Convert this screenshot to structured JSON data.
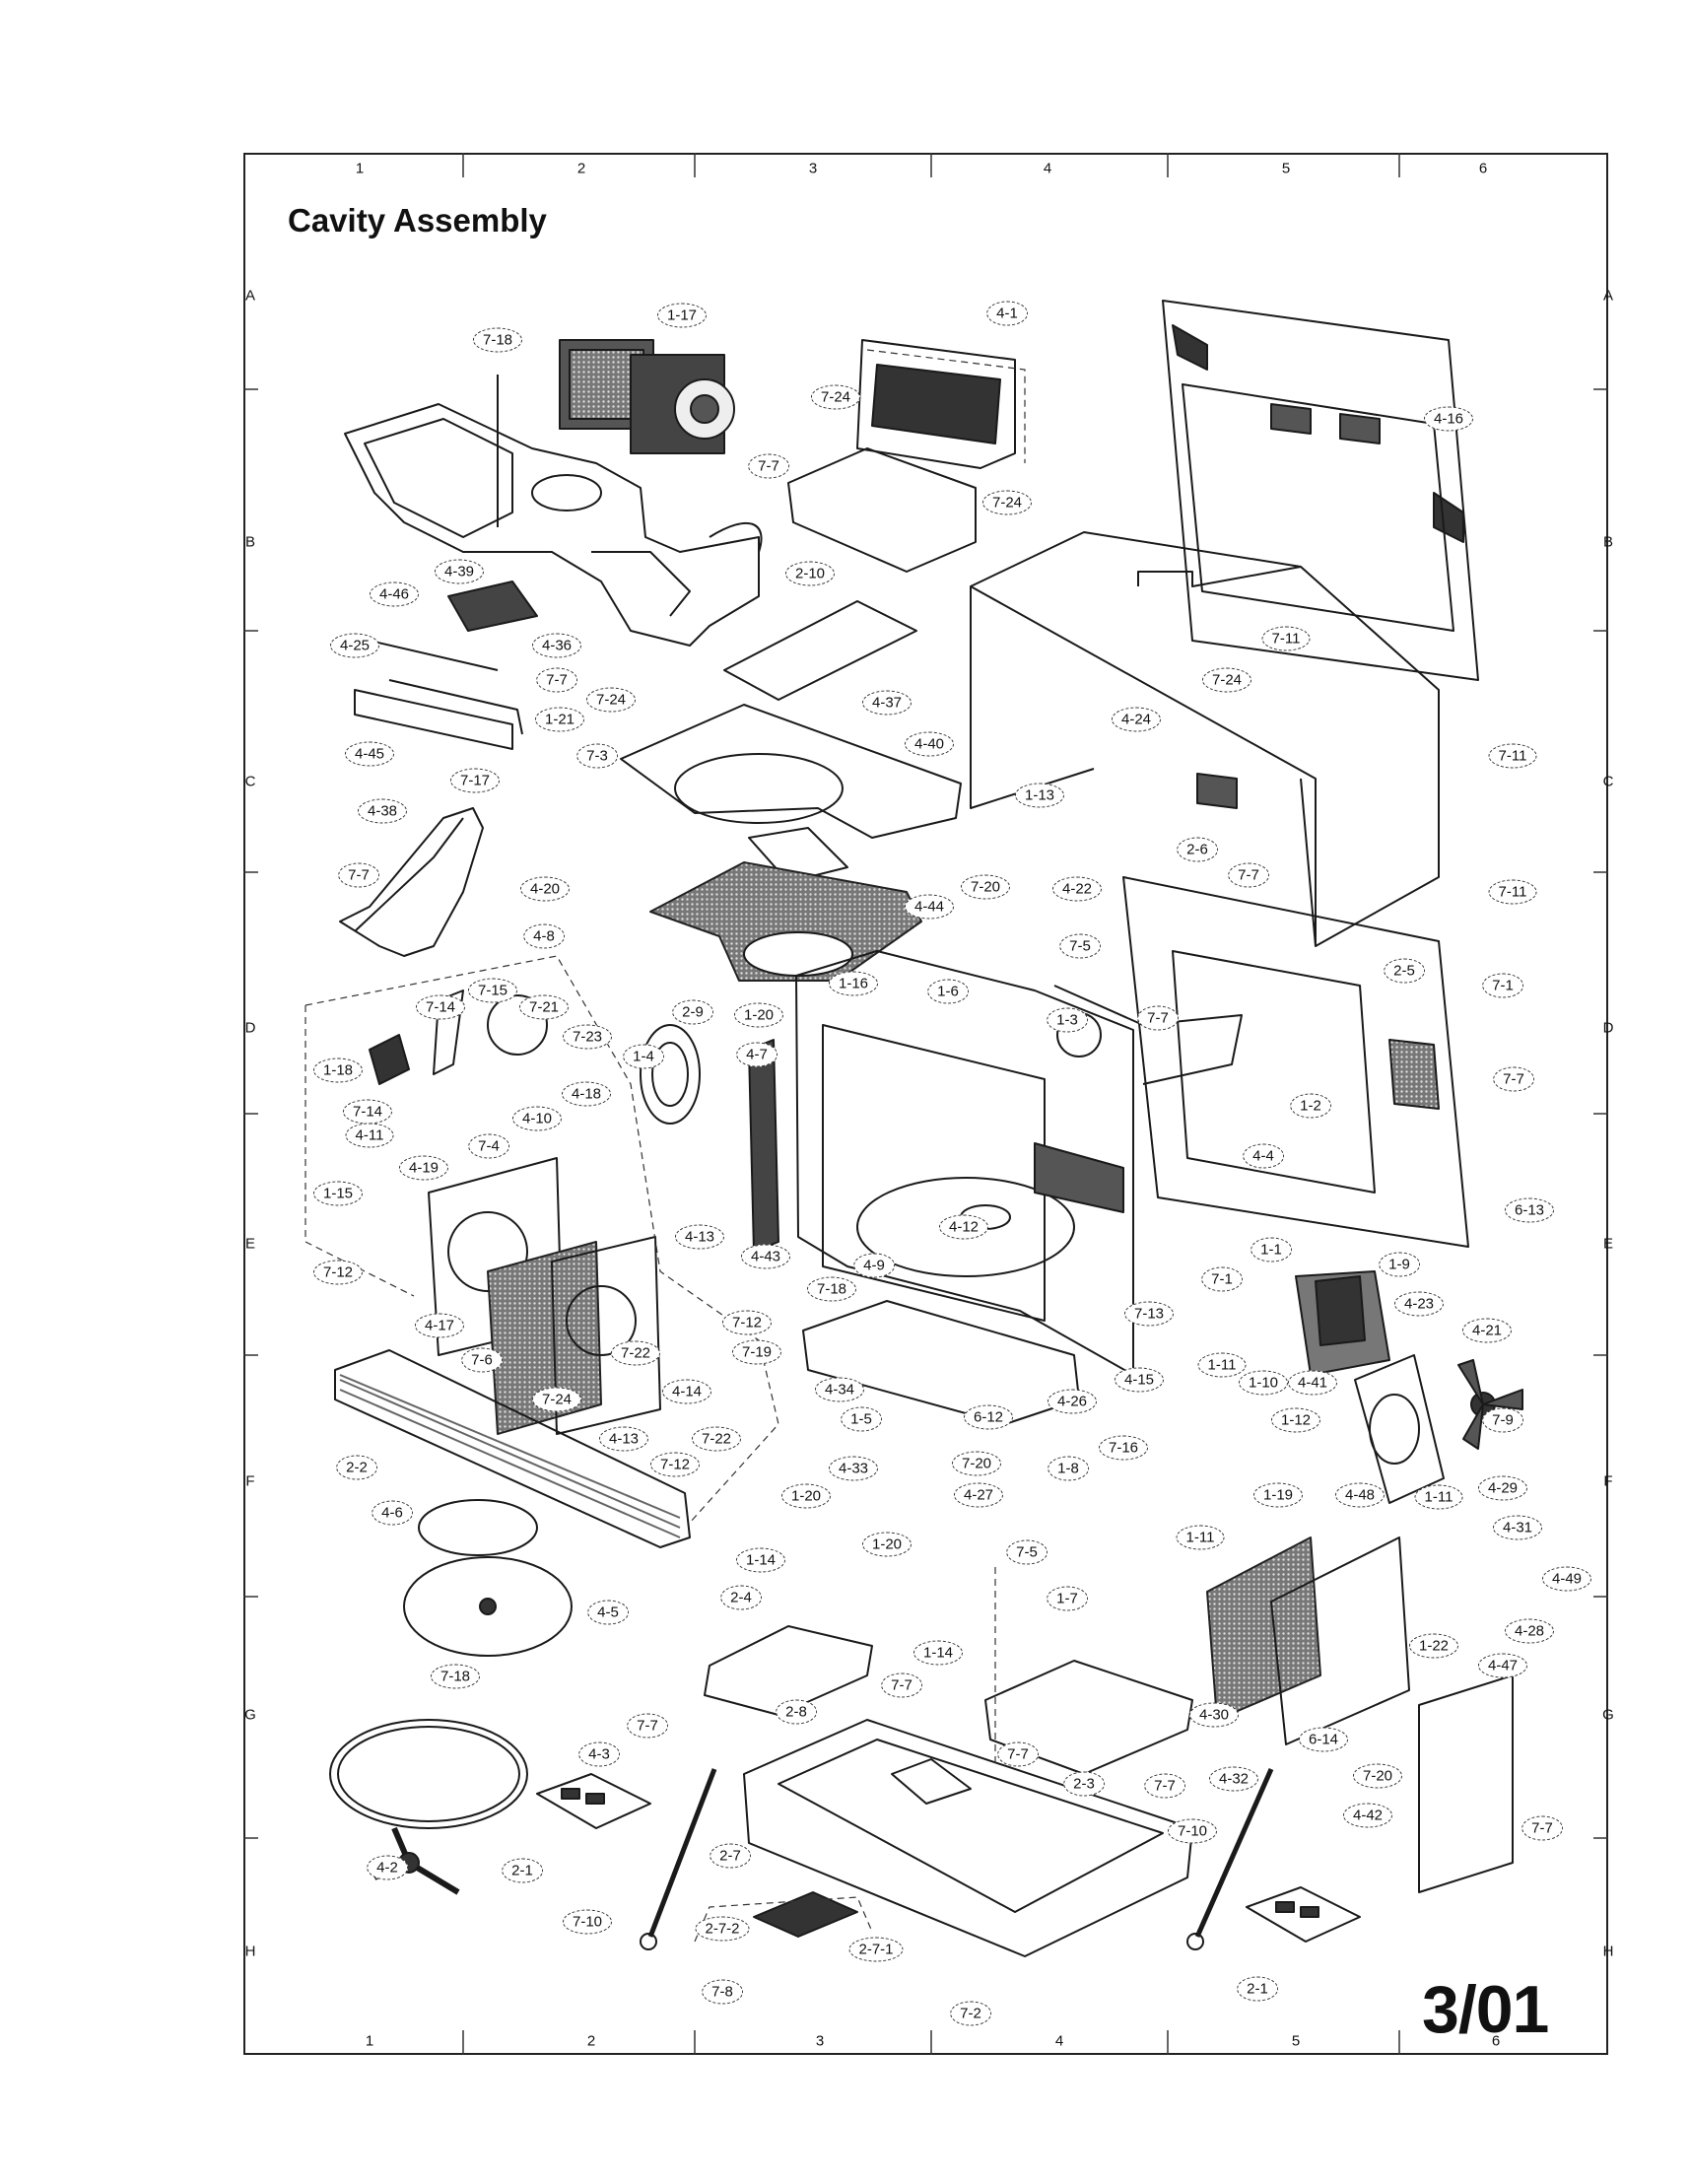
{
  "title": "Cavity Assembly",
  "sheet_number": "3/01",
  "column_labels": [
    "1",
    "2",
    "3",
    "4",
    "5",
    "6"
  ],
  "row_labels": [
    "A",
    "B",
    "C",
    "D",
    "E",
    "F",
    "G",
    "H"
  ],
  "callouts": [
    "7-18",
    "1-17",
    "4-1",
    "4-16",
    "7-24",
    "7-7",
    "7-24",
    "4-39",
    "2-10",
    "4-46",
    "4-36",
    "4-25",
    "7-7",
    "7-24",
    "1-21",
    "7-3",
    "4-45",
    "4-37",
    "7-11",
    "7-24",
    "7-11",
    "4-24",
    "4-40",
    "1-13",
    "7-17",
    "4-38",
    "7-7",
    "4-20",
    "2-6",
    "7-11",
    "4-22",
    "7-7",
    "7-20",
    "4-44",
    "4-8",
    "7-5",
    "1-16",
    "1-6",
    "2-5",
    "7-15",
    "7-14",
    "7-21",
    "2-9",
    "1-20",
    "1-3",
    "7-7",
    "7-1",
    "7-23",
    "1-4",
    "4-7",
    "1-18",
    "4-18",
    "7-14",
    "4-10",
    "7-4",
    "4-11",
    "1-2",
    "7-7",
    "4-19",
    "4-4",
    "1-15",
    "4-12",
    "6-13",
    "4-13",
    "1-1",
    "4-43",
    "7-12",
    "7-18",
    "4-9",
    "7-1",
    "1-9",
    "4-17",
    "7-12",
    "7-13",
    "4-23",
    "7-22",
    "7-19",
    "4-21",
    "7-6",
    "1-11",
    "7-24",
    "4-14",
    "1-10",
    "4-41",
    "4-34",
    "4-26",
    "4-15",
    "1-12",
    "7-9",
    "4-13",
    "7-22",
    "1-5",
    "6-12",
    "2-2",
    "7-12",
    "7-16",
    "7-20",
    "4-33",
    "1-8",
    "4-27",
    "1-19",
    "4-48",
    "1-11",
    "4-29",
    "4-6",
    "1-20",
    "1-11",
    "4-31",
    "1-14",
    "1-20",
    "7-5",
    "4-49",
    "1-7",
    "4-28",
    "4-5",
    "2-4",
    "1-14",
    "1-22",
    "4-47",
    "7-18",
    "7-7",
    "7-7",
    "2-8",
    "4-30",
    "6-14",
    "7-7",
    "4-3",
    "7-7",
    "2-3",
    "4-32",
    "7-20",
    "7-10",
    "4-42",
    "7-7",
    "2-7",
    "4-2",
    "2-1",
    "7-10",
    "2-7-2",
    "2-7-1",
    "7-8",
    "2-1",
    "7-2"
  ]
}
